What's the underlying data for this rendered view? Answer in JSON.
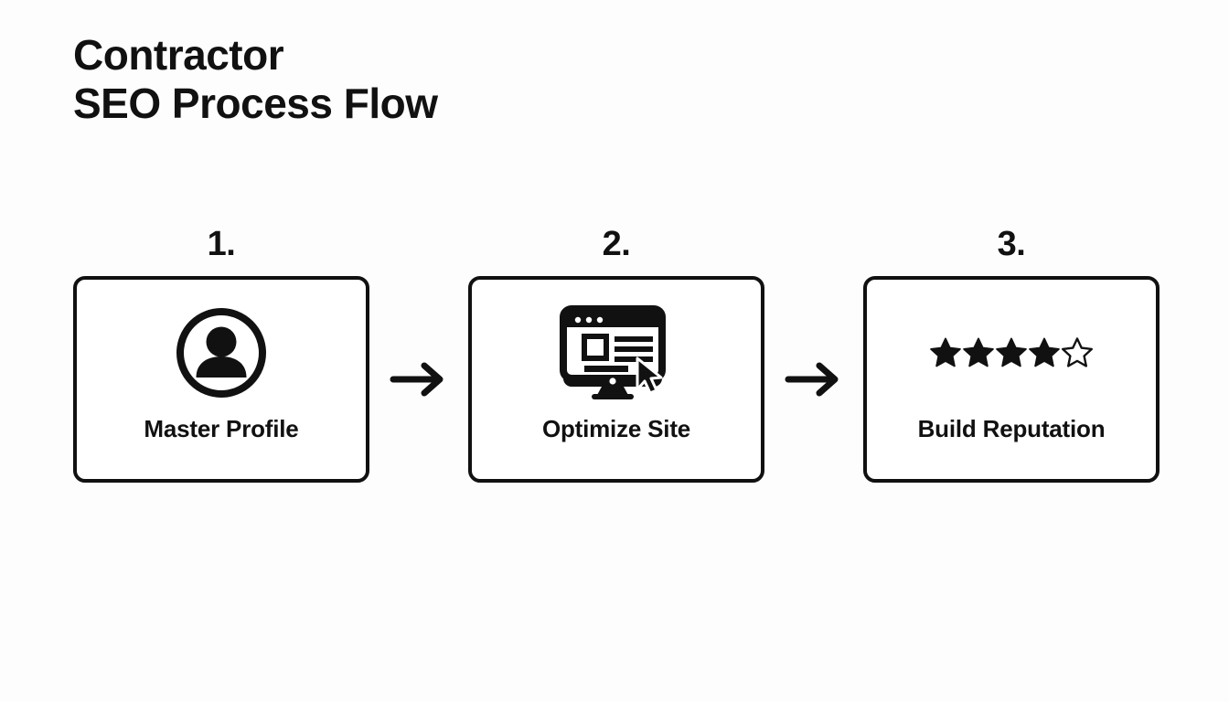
{
  "title": {
    "line1": "Contractor",
    "line2": "SEO Process Flow"
  },
  "colors": {
    "ink": "#111111",
    "background": "#fdfdfd",
    "card_fill": "#ffffff"
  },
  "connectors": [
    {
      "name": "arrow-1",
      "glyph": "arrow-right-icon"
    },
    {
      "name": "arrow-2",
      "glyph": "arrow-right-icon"
    }
  ],
  "steps": [
    {
      "number": "1.",
      "label": "Master Profile",
      "icon": "user-circle-icon"
    },
    {
      "number": "2.",
      "label": "Optimize Site",
      "icon": "monitor-website-cursor-icon"
    },
    {
      "number": "3.",
      "label": "Build Reputation",
      "icon": "star-rating-icon",
      "rating": {
        "filled": 4,
        "outlined": 1,
        "total": 5
      }
    }
  ]
}
